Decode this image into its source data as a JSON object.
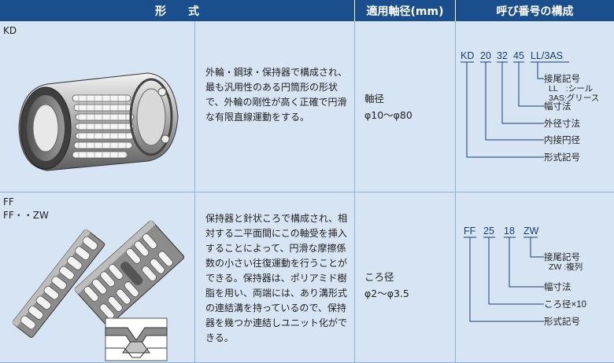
{
  "header": {
    "col_form": "形　　式",
    "col_shaft": "適用軸径(mm)",
    "col_code": "呼び番号の構成"
  },
  "rows": [
    {
      "name_lines": [
        "KD"
      ],
      "description": "外輪・鋼球・保持器で構成され、最も汎用性のある円筒形の形状で、外輪の剛性が高く正確で円滑な有限直線運動をする。",
      "shaft_label": "軸径",
      "shaft_range": "φ10〜φ80",
      "code": {
        "segments": [
          "KD",
          "20",
          "32",
          "45",
          "LL/3AS"
        ],
        "labels": [
          {
            "lines": [
              "接尾記号",
              "LL　:シール",
              "3AS:グリース"
            ]
          },
          {
            "lines": [
              "幅寸法"
            ]
          },
          {
            "lines": [
              "外径寸法"
            ]
          },
          {
            "lines": [
              "内接円径"
            ]
          },
          {
            "lines": [
              "形式記号"
            ]
          }
        ]
      }
    },
    {
      "name_lines": [
        "FF",
        "FF・・ZW"
      ],
      "description": "保持器と針状ころで構成され、相対する二平面間にこの軸受を挿入することによって、円滑な摩擦係数の小さい往復運動を行うことができる。保持器は、ポリアミド樹脂を用い、両端には、あり溝形式の連結溝を持っているので、保持器を幾つか連結しユニット化ができる。",
      "shaft_label": "ころ径",
      "shaft_range": "φ2〜φ3.5",
      "code": {
        "segments": [
          "FF",
          "25",
          "18",
          "ZW"
        ],
        "labels": [
          {
            "lines": [
              "接尾記号",
              "ZW :複列"
            ]
          },
          {
            "lines": [
              "幅寸法"
            ]
          },
          {
            "lines": [
              "ころ径×10"
            ]
          },
          {
            "lines": [
              "形式記号"
            ]
          }
        ]
      }
    }
  ]
}
